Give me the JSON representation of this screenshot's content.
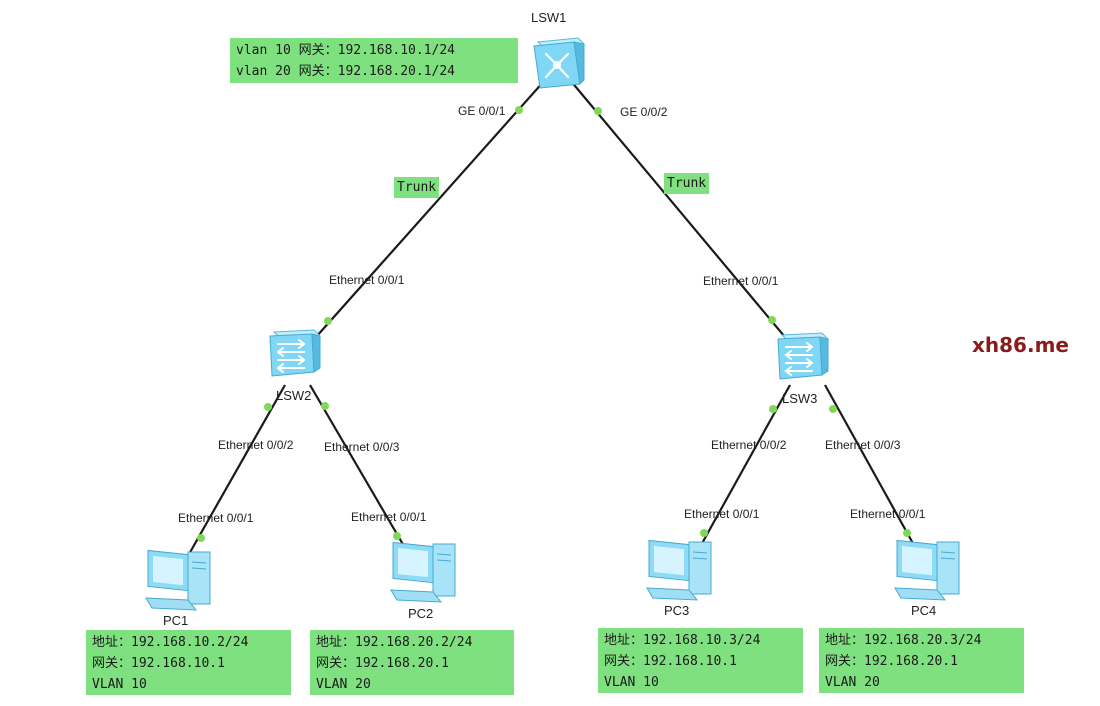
{
  "brand": "xh86.me",
  "devices": {
    "lsw1": "LSW1",
    "lsw2": "LSW2",
    "lsw3": "LSW3",
    "pc1": "PC1",
    "pc2": "PC2",
    "pc3": "PC3",
    "pc4": "PC4"
  },
  "notes": {
    "lsw1": "vlan 10 网关：192.168.10.1/24\nvlan 20 网关：192.168.20.1/24",
    "pc1": "地址：192.168.10.2/24\n网关：192.168.10.1\nVLAN 10",
    "pc2": "地址：192.168.20.2/24\n网关：192.168.20.1\nVLAN 20",
    "pc3": "地址：192.168.10.3/24\n网关：192.168.10.1\nVLAN 10",
    "pc4": "地址：192.168.20.3/24\n网关：192.168.20.1\nVLAN 20"
  },
  "links": {
    "trunk_left": "Trunk",
    "trunk_right": "Trunk"
  },
  "ports": {
    "lsw1_left": "GE 0/0/1",
    "lsw1_right": "GE 0/0/2",
    "lsw2_up": "Ethernet 0/0/1",
    "lsw3_up": "Ethernet 0/0/1",
    "lsw2_pc1": "Ethernet 0/0/2",
    "lsw2_pc2": "Ethernet 0/0/3",
    "lsw3_pc3": "Ethernet 0/0/2",
    "lsw3_pc4": "Ethernet 0/0/3",
    "pc1_port": "Ethernet 0/0/1",
    "pc2_port": "Ethernet 0/0/1",
    "pc3_port": "Ethernet 0/0/1",
    "pc4_port": "Ethernet 0/0/1"
  },
  "colors": {
    "note_bg": "#7fe07f",
    "link": "#1a1a1a",
    "port_dot": "#7ed957",
    "device": "#7fd6f5",
    "brand": "#8b1a1a"
  },
  "icons": {
    "core_switch": "core-switch-icon",
    "access_switch": "access-switch-icon",
    "pc": "pc-icon"
  }
}
